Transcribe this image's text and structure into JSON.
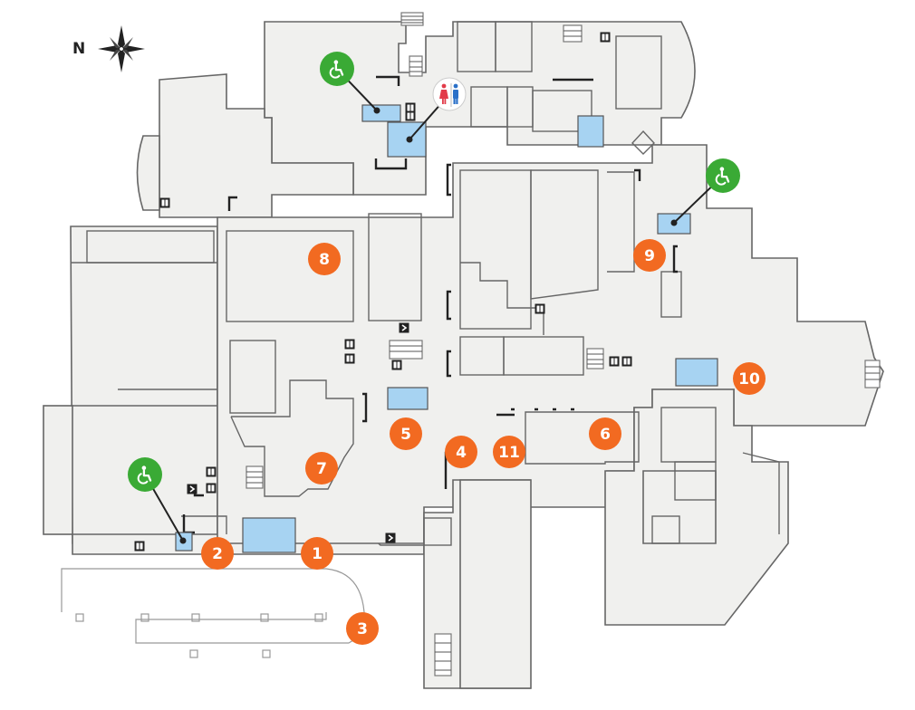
{
  "compass": {
    "label": "N"
  },
  "colors": {
    "marker": "#f26a21",
    "accessible": "#3aaa35",
    "highlight": "#a7d3f2",
    "building_fill": "#f0f0ee",
    "building_stroke": "#666666"
  },
  "markers": [
    {
      "label": "1"
    },
    {
      "label": "2"
    },
    {
      "label": "3"
    },
    {
      "label": "4"
    },
    {
      "label": "5"
    },
    {
      "label": "6"
    },
    {
      "label": "7"
    },
    {
      "label": "8"
    },
    {
      "label": "9"
    },
    {
      "label": "10"
    },
    {
      "label": "11"
    }
  ],
  "accessible_icons": [
    "wheelchair-icon",
    "wheelchair-icon",
    "wheelchair-icon"
  ],
  "restroom_icon": "restroom-icon"
}
